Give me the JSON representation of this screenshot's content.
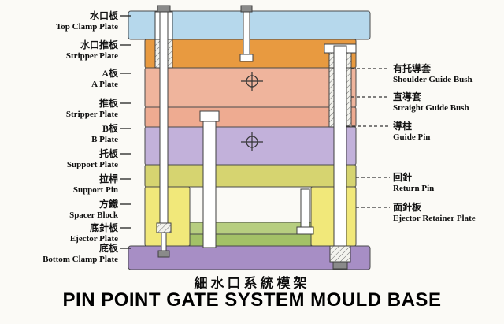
{
  "title": {
    "zh": "細水口系統模架",
    "en": "PIN POINT GATE SYSTEM MOULD BASE"
  },
  "labels_left": [
    {
      "zh": "水口板",
      "en": "Top Clamp Plate"
    },
    {
      "zh": "水口推板",
      "en": "Stripper Plate"
    },
    {
      "zh": "A板",
      "en": "A Plate"
    },
    {
      "zh": "推板",
      "en": "Stripper Plate"
    },
    {
      "zh": "B板",
      "en": "B Plate"
    },
    {
      "zh": "托板",
      "en": "Support Plate"
    },
    {
      "zh": "拉桿",
      "en": "Support Pin"
    },
    {
      "zh": "方鐵",
      "en": "Spacer Block"
    },
    {
      "zh": "底針板",
      "en": "Ejector Plate"
    },
    {
      "zh": "底板",
      "en": "Bottom Clamp Plate"
    }
  ],
  "labels_right": [
    {
      "zh": "有托導套",
      "en": "Shoulder Guide Bush"
    },
    {
      "zh": "直導套",
      "en": "Straight Guide Bush"
    },
    {
      "zh": "導柱",
      "en": "Guide Pin"
    },
    {
      "zh": "回針",
      "en": "Return Pin"
    },
    {
      "zh": "面針板",
      "en": "Ejector Retainer Plate"
    }
  ],
  "colors": {
    "top_clamp": "#b6d8ec",
    "runner_stripper": "#e89a40",
    "a_plate": "#efb49c",
    "stripper": "#eeab91",
    "b_plate": "#c2b1da",
    "support": "#d6d470",
    "spacer": "#f1e87a",
    "ejector_retainer": "#b7ce80",
    "ejector": "#a3c167",
    "bottom_clamp": "#a78ec5"
  }
}
